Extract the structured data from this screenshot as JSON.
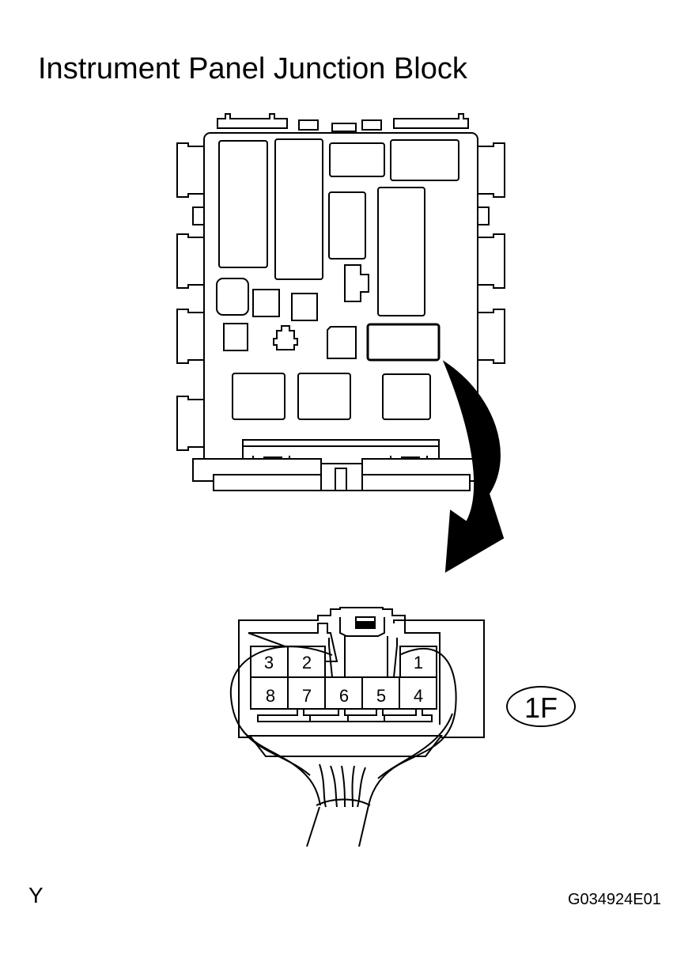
{
  "title": "Instrument Panel Junction Block",
  "connector": {
    "code": "1F",
    "top_row_pins": [
      "3",
      "2",
      "1"
    ],
    "bottom_row_pins": [
      "8",
      "7",
      "6",
      "5",
      "4"
    ]
  },
  "corner_label": "Y",
  "figure_id": "G034924E01"
}
